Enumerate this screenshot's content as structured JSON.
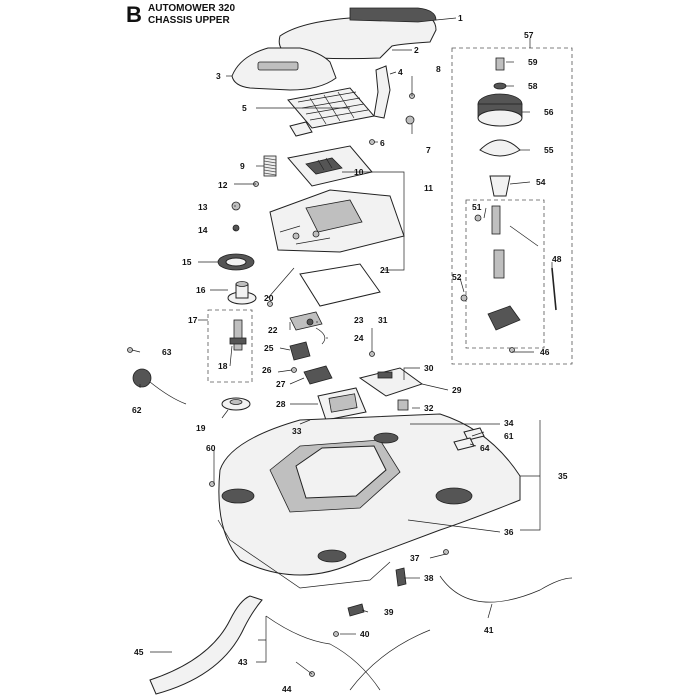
{
  "header": {
    "section_letter": "B",
    "model": "AUTOMOWER 320",
    "assembly": "CHASSIS UPPER"
  },
  "callouts": {
    "c1": "1",
    "c2": "2",
    "c3": "3",
    "c4": "4",
    "c5": "5",
    "c6": "6",
    "c7": "7",
    "c8": "8",
    "c9": "9",
    "c10": "10",
    "c11": "11",
    "c12": "12",
    "c13": "13",
    "c14": "14",
    "c15": "15",
    "c16": "16",
    "c17": "17",
    "c18": "18",
    "c19": "19",
    "c20": "20",
    "c21": "21",
    "c22": "22",
    "c23": "23",
    "c24": "24",
    "c25": "25",
    "c26": "26",
    "c27": "27",
    "c28": "28",
    "c29": "29",
    "c30": "30",
    "c31": "31",
    "c32": "32",
    "c33": "33",
    "c34": "34",
    "c35": "35",
    "c36": "36",
    "c37": "37",
    "c38": "38",
    "c39": "39",
    "c40": "40",
    "c41": "41",
    "c43": "43",
    "c44": "44",
    "c45": "45",
    "c46": "46",
    "c48": "48",
    "c51": "51",
    "c52": "52",
    "c54": "54",
    "c55": "55",
    "c56": "56",
    "c57": "57",
    "c58": "58",
    "c59": "59",
    "c60": "60",
    "c61": "61",
    "c62": "62",
    "c63": "63",
    "c64": "64"
  }
}
